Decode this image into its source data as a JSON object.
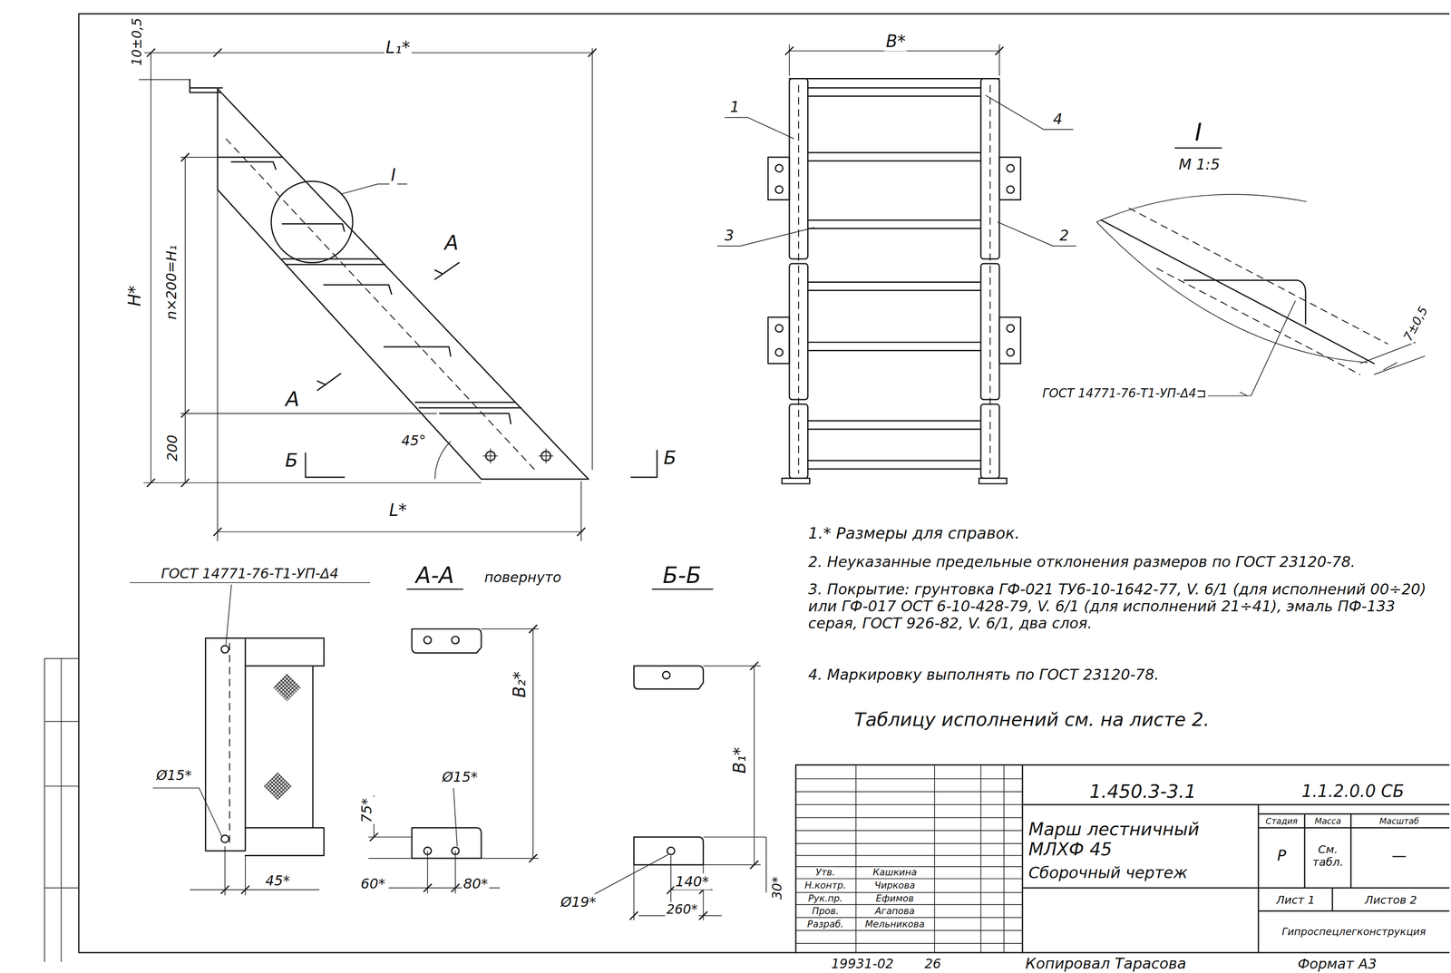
{
  "diagram": {
    "title": "Марш лестничный МЛХФ 45",
    "labels": [
      "10±0,5",
      "L₁*",
      "I",
      "H*",
      "n×200=H₁",
      "200",
      "Б",
      "45°",
      "Б",
      "A",
      "A",
      "L*",
      "B*",
      "1",
      "4",
      "3",
      "2",
      "I",
      "М 1:5",
      "7±0,5",
      "ГОСТ 14771-76-Т1-УП-Δ4⊐",
      "ГОСТ 14771-76-Т1-УП-Δ4",
      "А-А",
      "повернуто",
      "Б-Б",
      "1.* Размеры для справок.",
      "2. Неуказанные предельные отклонения размеров по ГОСТ 23120-78.",
      "3. Покрытие: грунтовка ГФ-021 ТУ6-10-1642-77, V. 6/1 (для исполнений 00÷20) или ГФ-017 ОСТ 6-10-428-79, V. 6/1 (для исполнений 21÷41), эмаль ПФ-133 серая, ГОСТ 926-82, V. 6/1, два слоя.",
      "4. Маркировку выполнять по ГОСТ 23120-78.",
      "Таблицу исполнений см. на листе 2.",
      "Ø15*",
      "45*",
      "B₂*",
      "75*",
      "Ø15*",
      "60*",
      "80*",
      "B₁*",
      "140*",
      "Ø19*",
      "260*",
      "30*",
      "1.450.3-3.1",
      "1.1.2.0.0 СБ",
      "Сборочный чертеж",
      "Стадия",
      "Масса",
      "Масштаб",
      "Р",
      "См. табл.",
      "—",
      "Лист 1",
      "Листов 2",
      "Гипроспецлегконструкция",
      "Утв.",
      "Кашкина",
      "Н.контр.",
      "Чиркова",
      "Рук.пр.",
      "Ефимов",
      "Пров.",
      "Агапова",
      "Разраб.",
      "Мельникова",
      "19931-02",
      "26",
      "Копировал Тарасова",
      "Формат А3"
    ]
  }
}
